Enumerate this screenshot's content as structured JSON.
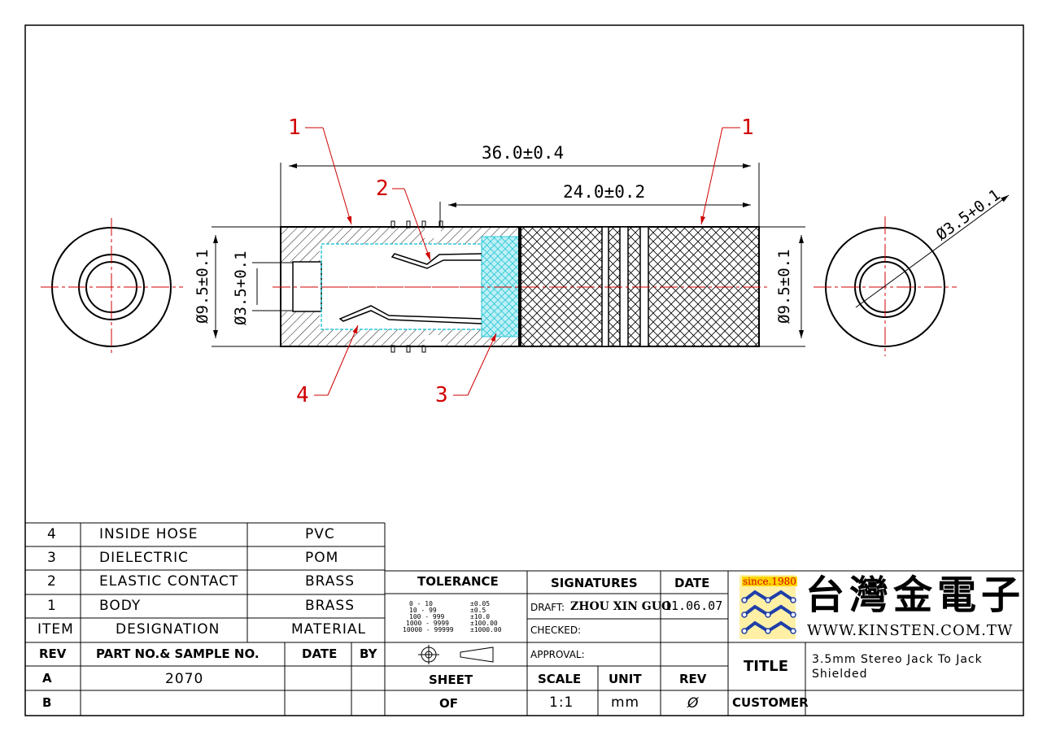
{
  "drawing": {
    "dimensions": {
      "overall_length": "36.0±0.4",
      "inner_length": "24.0±0.2",
      "outer_diameter_left": "Ø9.5±0.1",
      "inner_diameter": "Ø3.5+0.1",
      "outer_diameter_right": "Ø9.5±0.1",
      "end_view_diameter": "Ø3.5+0.1"
    },
    "callouts": [
      "1",
      "2",
      "1",
      "4",
      "3"
    ],
    "colors": {
      "line": "#000000",
      "callout": "#d00000",
      "dielectric": "#2fc8d8",
      "centerline": "#d00000"
    }
  },
  "bom": {
    "rows": [
      {
        "item": "4",
        "designation": "INSIDE HOSE",
        "material": "PVC"
      },
      {
        "item": "3",
        "designation": "DIELECTRIC",
        "material": "POM"
      },
      {
        "item": "2",
        "designation": "ELASTIC CONTACT",
        "material": "BRASS"
      },
      {
        "item": "1",
        "designation": "BODY",
        "material": "BRASS"
      }
    ],
    "header": {
      "item": "ITEM",
      "designation": "DESIGNATION",
      "material": "MATERIAL"
    }
  },
  "rev_table": {
    "header": {
      "rev": "REV",
      "part": "PART NO.& SAMPLE NO.",
      "date": "DATE",
      "by": "BY"
    },
    "rows": [
      {
        "rev": "A",
        "part": "2070",
        "date": "",
        "by": ""
      },
      {
        "rev": "B",
        "part": "",
        "date": "",
        "by": ""
      }
    ]
  },
  "tolerance": {
    "label": "TOLERANCE",
    "ranges": [
      "0 - 10",
      "10 - 99",
      "100 - 999",
      "1000 - 9999",
      "10000 - 99999"
    ],
    "values": [
      "±0.05",
      "±0.5",
      "±10.0",
      "±100.00",
      "±1000.00"
    ]
  },
  "signatures": {
    "label": "SIGNATURES",
    "date_label": "DATE",
    "draft_label": "DRAFT:",
    "draft_name": "ZHOU XIN GUO",
    "draft_date": "11.06.07",
    "checked_label": "CHECKED:",
    "approval_label": "APPROVAL:"
  },
  "sheet": {
    "sheet_label": "SHEET",
    "of_label": "OF"
  },
  "scale": {
    "scale_label": "SCALE",
    "unit_label": "UNIT",
    "rev_label": "REV",
    "scale": "1:1",
    "unit": "mm",
    "rev": "Ø"
  },
  "company": {
    "since": "since.1980",
    "name_cn": "台灣金電子",
    "url": "WWW.KINSTEN.COM.TW",
    "logo_color": "#1e3fa8",
    "accent_color": "#f0b400"
  },
  "title_block": {
    "title_label": "TITLE",
    "title_line1": "3.5mm Stereo Jack To Jack",
    "title_line2": "Shielded",
    "customer_label": "CUSTOMER",
    "customer": ""
  }
}
